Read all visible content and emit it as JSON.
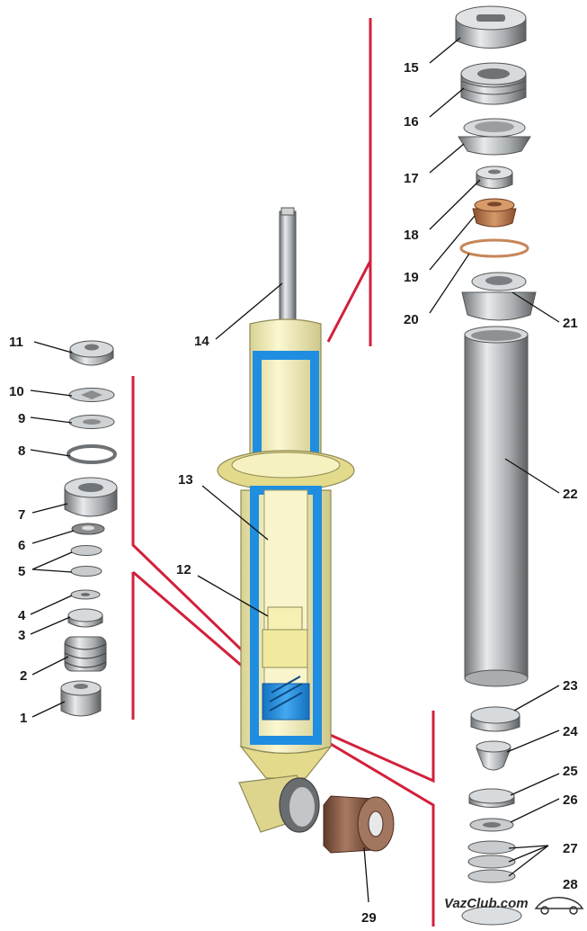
{
  "labels": {
    "l1": "1",
    "l2": "2",
    "l3": "3",
    "l4": "4",
    "l5": "5",
    "l6": "6",
    "l7": "7",
    "l8": "8",
    "l9": "9",
    "l10": "10",
    "l11": "11",
    "l12": "12",
    "l13": "13",
    "l14": "14",
    "l15": "15",
    "l16": "16",
    "l17": "17",
    "l18": "18",
    "l19": "19",
    "l20": "20",
    "l21": "21",
    "l22": "22",
    "l23": "23",
    "l24": "24",
    "l25": "25",
    "l26": "26",
    "l27": "27",
    "l28": "28",
    "l29": "29"
  },
  "watermark": "VazClub.com",
  "colors": {
    "red_line": "#d2203b",
    "shock_body": "#f3eeb5",
    "oil_blue": "#1f8ee0",
    "metal": "#b9bcbf",
    "bushing_brown": "#8a5a44",
    "leader": "#111111"
  }
}
